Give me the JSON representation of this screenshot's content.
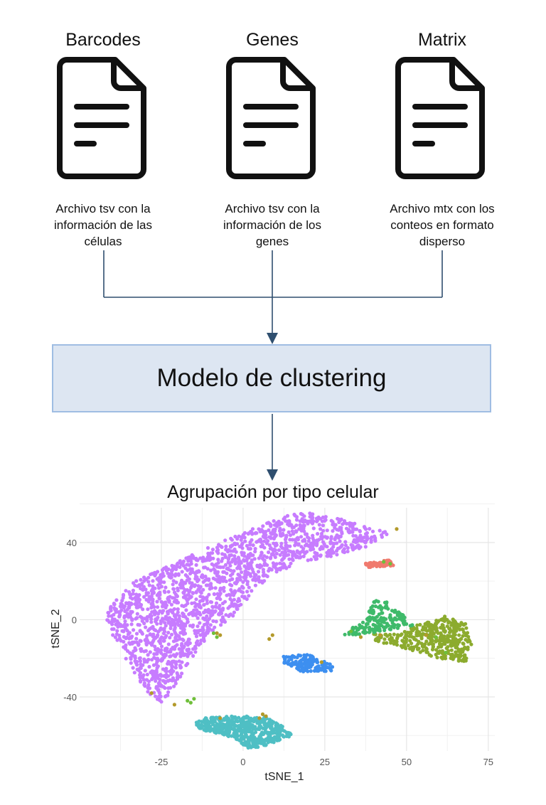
{
  "inputs": [
    {
      "title": "Barcodes",
      "description": [
        "Archivo tsv con la",
        "información de las",
        "células"
      ]
    },
    {
      "title": "Genes",
      "description": [
        "Archivo tsv con la",
        "información de los",
        "genes"
      ]
    },
    {
      "title": "Matrix",
      "description": [
        "Archivo mtx con los",
        "conteos en formato",
        "disperso"
      ]
    }
  ],
  "icons": [
    "document-icon",
    "document-icon",
    "document-icon"
  ],
  "model": {
    "label": "Modelo de clustering"
  },
  "result": {
    "title": "Agrupación por tipo celular"
  },
  "colors": {
    "box_fill": "#dde6f2",
    "box_border": "#9fbde3",
    "arrow": "#2f4f6f"
  },
  "chart_data": {
    "type": "scatter",
    "title": "",
    "xlabel": "tSNE_1",
    "ylabel": "tSNE_2",
    "xlim": [
      -50,
      77
    ],
    "ylim": [
      -68,
      58
    ],
    "xticks": [
      -25,
      0,
      25,
      50,
      75
    ],
    "yticks": [
      -40,
      0,
      40
    ],
    "grid": true,
    "legend": "none",
    "series": [
      {
        "color": "#c77cff",
        "clusters": [
          {
            "kind": "blob",
            "poly": [
              [
                -40,
                8
              ],
              [
                -33,
                20
              ],
              [
                -20,
                30
              ],
              [
                -5,
                42
              ],
              [
                10,
                52
              ],
              [
                18,
                56
              ],
              [
                28,
                53
              ],
              [
                38,
                48
              ],
              [
                45,
                45
              ],
              [
                38,
                38
              ],
              [
                28,
                33
              ],
              [
                15,
                28
              ],
              [
                8,
                22
              ],
              [
                3,
                14
              ],
              [
                -3,
                2
              ],
              [
                -10,
                -7
              ],
              [
                -15,
                -18
              ],
              [
                -20,
                -32
              ],
              [
                -25,
                -44
              ],
              [
                -30,
                -36
              ],
              [
                -36,
                -20
              ],
              [
                -40,
                -8
              ],
              [
                -42,
                2
              ]
            ],
            "n": 1800
          }
        ]
      },
      {
        "color": "#4fbfc4",
        "clusters": [
          {
            "kind": "blob",
            "poly": [
              [
                -13,
                -51
              ],
              [
                -3,
                -50
              ],
              [
                7,
                -50
              ],
              [
                13,
                -56
              ],
              [
                15,
                -60
              ],
              [
                7,
                -65
              ],
              [
                2,
                -67
              ],
              [
                -3,
                -61
              ],
              [
                -13,
                -57
              ],
              [
                -15,
                -53
              ]
            ],
            "n": 520
          }
        ]
      },
      {
        "color": "#8cab2e",
        "clusters": [
          {
            "kind": "blob",
            "poly": [
              [
                40,
                -7
              ],
              [
                48,
                -7
              ],
              [
                55,
                -1
              ],
              [
                62,
                2
              ],
              [
                68,
                -2
              ],
              [
                70,
                -13
              ],
              [
                68,
                -22
              ],
              [
                60,
                -20
              ],
              [
                50,
                -15
              ],
              [
                40,
                -11
              ]
            ],
            "n": 380
          }
        ]
      },
      {
        "color": "#3fba6a",
        "clusters": [
          {
            "kind": "blob",
            "poly": [
              [
                30,
                -8
              ],
              [
                37,
                0
              ],
              [
                40,
                10
              ],
              [
                45,
                9
              ],
              [
                50,
                1
              ],
              [
                52,
                -3
              ],
              [
                42,
                -6
              ],
              [
                36,
                -8
              ]
            ],
            "n": 170
          }
        ]
      },
      {
        "color": "#3d8ff0",
        "clusters": [
          {
            "kind": "blob",
            "poly": [
              [
                12,
                -19
              ],
              [
                20,
                -18
              ],
              [
                28,
                -24
              ],
              [
                27,
                -27
              ],
              [
                18,
                -27
              ],
              [
                12,
                -22
              ]
            ],
            "n": 150
          }
        ]
      },
      {
        "color": "#f07a6e",
        "clusters": [
          {
            "kind": "blob",
            "poly": [
              [
                37,
                29
              ],
              [
                45,
                31
              ],
              [
                46,
                28
              ],
              [
                38,
                27
              ]
            ],
            "n": 70
          }
        ]
      },
      {
        "color": "#b39a2b",
        "clusters": [
          {
            "kind": "points",
            "pts": [
              [
                8,
                -10
              ],
              [
                9,
                -8
              ],
              [
                -8,
                -7
              ],
              [
                -7,
                -8
              ],
              [
                6,
                -49
              ],
              [
                5,
                -51
              ],
              [
                7,
                -50
              ],
              [
                24,
                -22
              ],
              [
                47,
                47
              ],
              [
                -28,
                -38
              ],
              [
                -21,
                -44
              ],
              [
                36,
                -9
              ],
              [
                42,
                -8
              ],
              [
                56,
                -8
              ],
              [
                -7,
                -51
              ]
            ]
          }
        ]
      },
      {
        "color": "#6fbf3a",
        "clusters": [
          {
            "kind": "points",
            "pts": [
              [
                -17,
                -42
              ],
              [
                -15,
                -41
              ],
              [
                -16,
                -43
              ],
              [
                -8,
                -9
              ],
              [
                -9,
                -7
              ],
              [
                45,
                29
              ],
              [
                43,
                30
              ],
              [
                59,
                -9
              ],
              [
                62,
                -17
              ],
              [
                33,
                -6
              ]
            ]
          }
        ]
      }
    ]
  }
}
